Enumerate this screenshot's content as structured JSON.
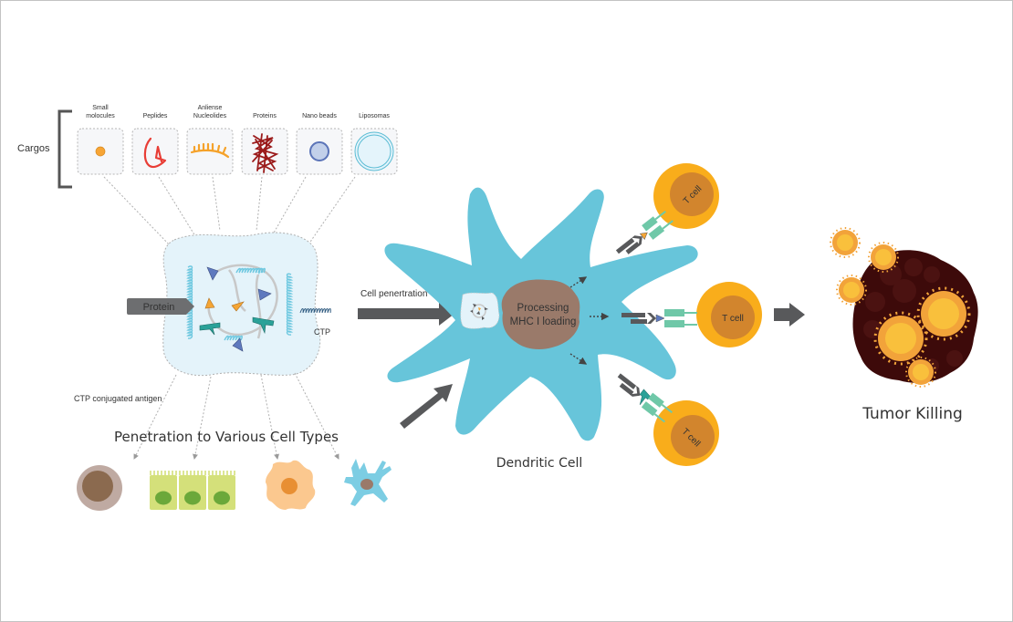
{
  "cargos": {
    "label": "Cargos",
    "items": [
      {
        "label_line1": "Small",
        "label_line2": "molocules",
        "icon": "small-molecule-dot-icon"
      },
      {
        "label_line1": "",
        "label_line2": "Peplides",
        "icon": "peptide-squiggle-icon"
      },
      {
        "label_line1": "Anliense",
        "label_line2": "Nucleolides",
        "icon": "nucleotide-comb-icon"
      },
      {
        "label_line1": "",
        "label_line2": "Proteins",
        "icon": "protein-scribble-icon"
      },
      {
        "label_line1": "",
        "label_line2": "Nano beads",
        "icon": "nano-bead-circle-icon"
      },
      {
        "label_line1": "",
        "label_line2": "Liposomas",
        "icon": "liposome-double-circle-icon"
      }
    ]
  },
  "conjugate": {
    "protein_tag": "Protein",
    "ctp_label": "CTP",
    "caption": "CTP conjugated antigen"
  },
  "penetration": {
    "title": "Penetration to Various Cell Types",
    "cell_types": [
      "round-cell",
      "epithelial-cells",
      "amoeboid-cell",
      "neuron-like-cell"
    ]
  },
  "dendritic": {
    "arrow_label": "Cell penertration",
    "nucleus_line1": "Processing",
    "nucleus_line2": "MHC I loading",
    "caption": "Dendritic Cell"
  },
  "tcells": [
    {
      "label": "T cell",
      "antigen_color": "#f4a235"
    },
    {
      "label": "T cell",
      "antigen_color": "#5e79be"
    },
    {
      "label": "T cell",
      "antigen_color": "#2aa198"
    }
  ],
  "tumor": {
    "caption": "Tumor Killing"
  },
  "colors": {
    "dendritic_blue": "#67c5da",
    "nucleus_brown": "#9a7a6a",
    "tcell_outer": "#f9ad1b",
    "tcell_inner": "#d2852d",
    "tumor_dark": "#3d0a0a",
    "arrow_gray": "#58595b",
    "receptor_green": "#6fc8a8"
  }
}
